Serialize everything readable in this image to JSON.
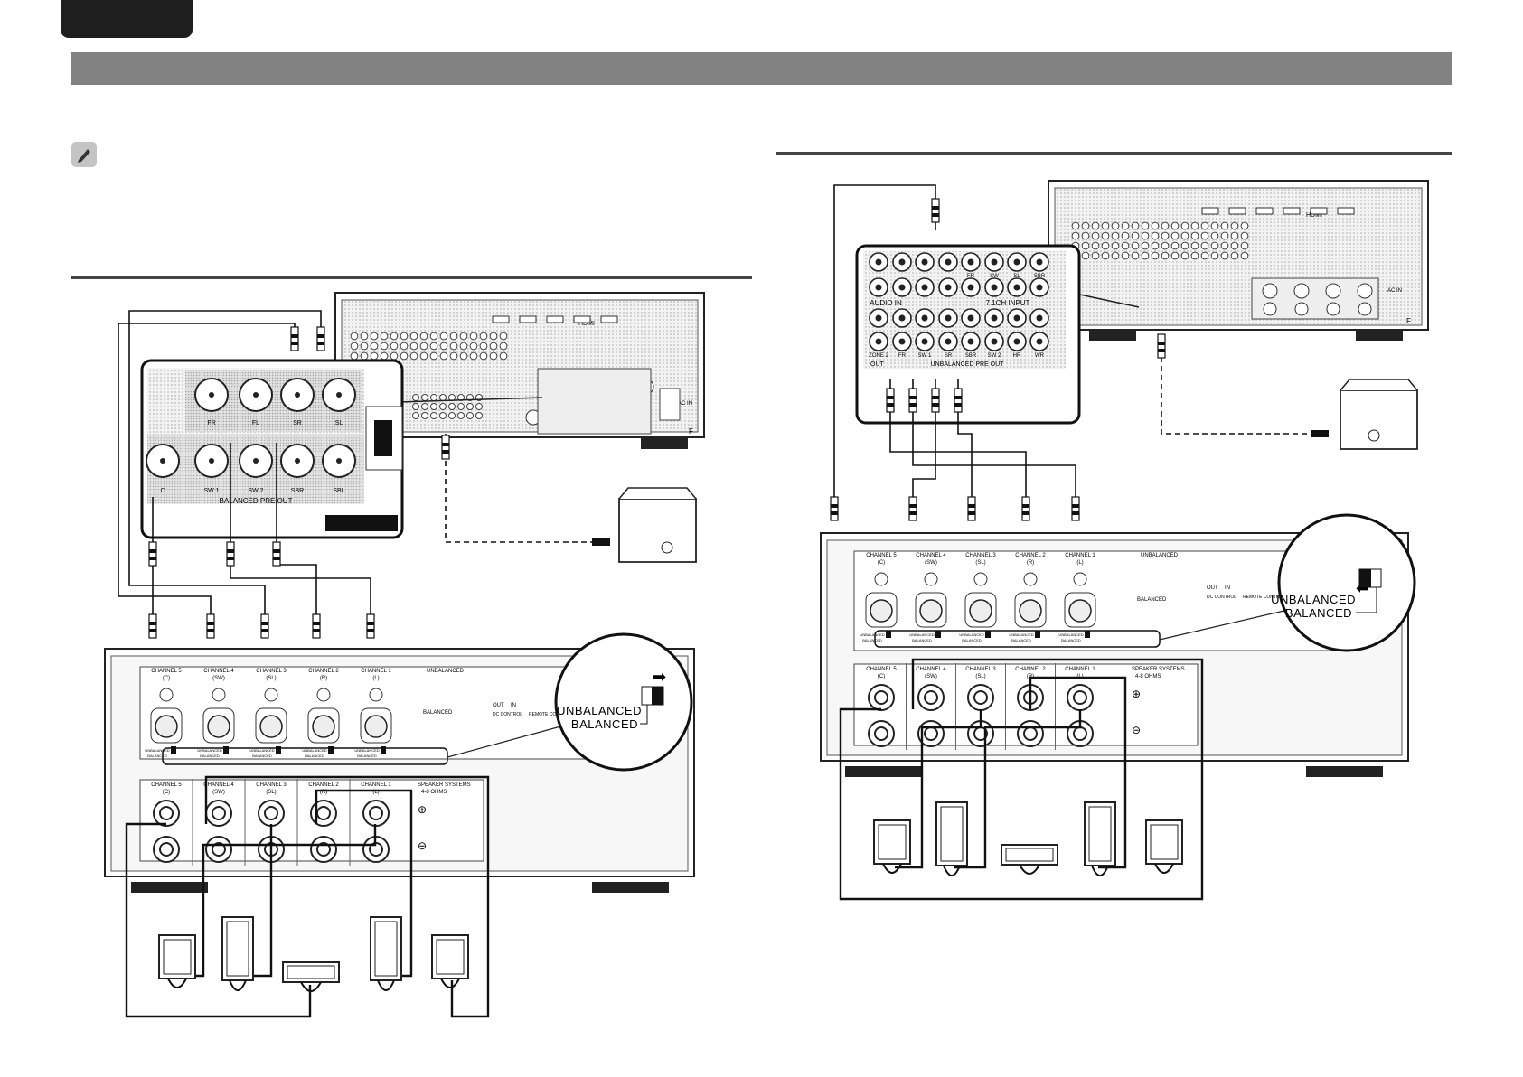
{
  "diagram_left": {
    "receiver_hdmi": "HDMI",
    "receiver_ac_in": "AC IN",
    "receiver_mark": "F",
    "balanced_pre_out": "BALANCED PRE OUT",
    "pre_out_jacks": [
      "FR",
      "FL",
      "SR",
      "SL",
      "C",
      "SW 1",
      "SW 2",
      "SBR",
      "SBL"
    ],
    "amp_channels": [
      {
        "title": "CHANNEL 5",
        "sub": "(C)"
      },
      {
        "title": "CHANNEL 4",
        "sub": "(SW)"
      },
      {
        "title": "CHANNEL 3",
        "sub": "(SL)"
      },
      {
        "title": "CHANNEL 2",
        "sub": "(R)"
      },
      {
        "title": "CHANNEL 1",
        "sub": "(L)"
      }
    ],
    "amp_unbalanced": "UNBALANCED",
    "amp_balanced": "BALANCED",
    "amp_out": "OUT",
    "amp_in": "IN",
    "amp_dc_control": "DC CONTROL",
    "amp_remote_control": "REMOTE CONTROL",
    "amp_speaker_systems": "SPEAKER SYSTEMS",
    "amp_impedance": "4-8 OHMS",
    "switch_label_top": "UNBALANCED",
    "switch_label_bottom": "BALANCED",
    "switch_arrow": "➡"
  },
  "diagram_right": {
    "receiver_hdmi": "HDMI",
    "receiver_ac_in": "AC IN",
    "receiver_mark": "F",
    "input_71": "7.1CH INPUT",
    "audio_in": "AUDIO IN",
    "unbalanced_pre_out": "UNBALANCED PRE OUT",
    "out_label": "OUT",
    "zone2": "ZONE 2",
    "top_jacks": [
      "",
      "",
      "",
      "",
      "FR",
      "SW",
      "SL",
      "SBR"
    ],
    "bottom_jacks": [
      "ZONE 2",
      "FR",
      "SW 1",
      "SR",
      "SBR",
      "SW 2",
      "HR",
      "WR"
    ],
    "amp_channels": [
      {
        "title": "CHANNEL 5",
        "sub": "(C)"
      },
      {
        "title": "CHANNEL 4",
        "sub": "(SW)"
      },
      {
        "title": "CHANNEL 3",
        "sub": "(SL)"
      },
      {
        "title": "CHANNEL 2",
        "sub": "(R)"
      },
      {
        "title": "CHANNEL 1",
        "sub": "(L)"
      }
    ],
    "amp_unbalanced": "UNBALANCED",
    "amp_balanced": "BALANCED",
    "amp_out": "OUT",
    "amp_in": "IN",
    "amp_dc_control": "DC CONTROL",
    "amp_remote_control": "REMOTE CONTROL",
    "amp_speaker_systems": "SPEAKER SYSTEMS",
    "amp_impedance": "4-8 OHMS",
    "switch_label_top": "UNBALANCED",
    "switch_label_bottom": "BALANCED",
    "switch_arrow": "⬅"
  }
}
